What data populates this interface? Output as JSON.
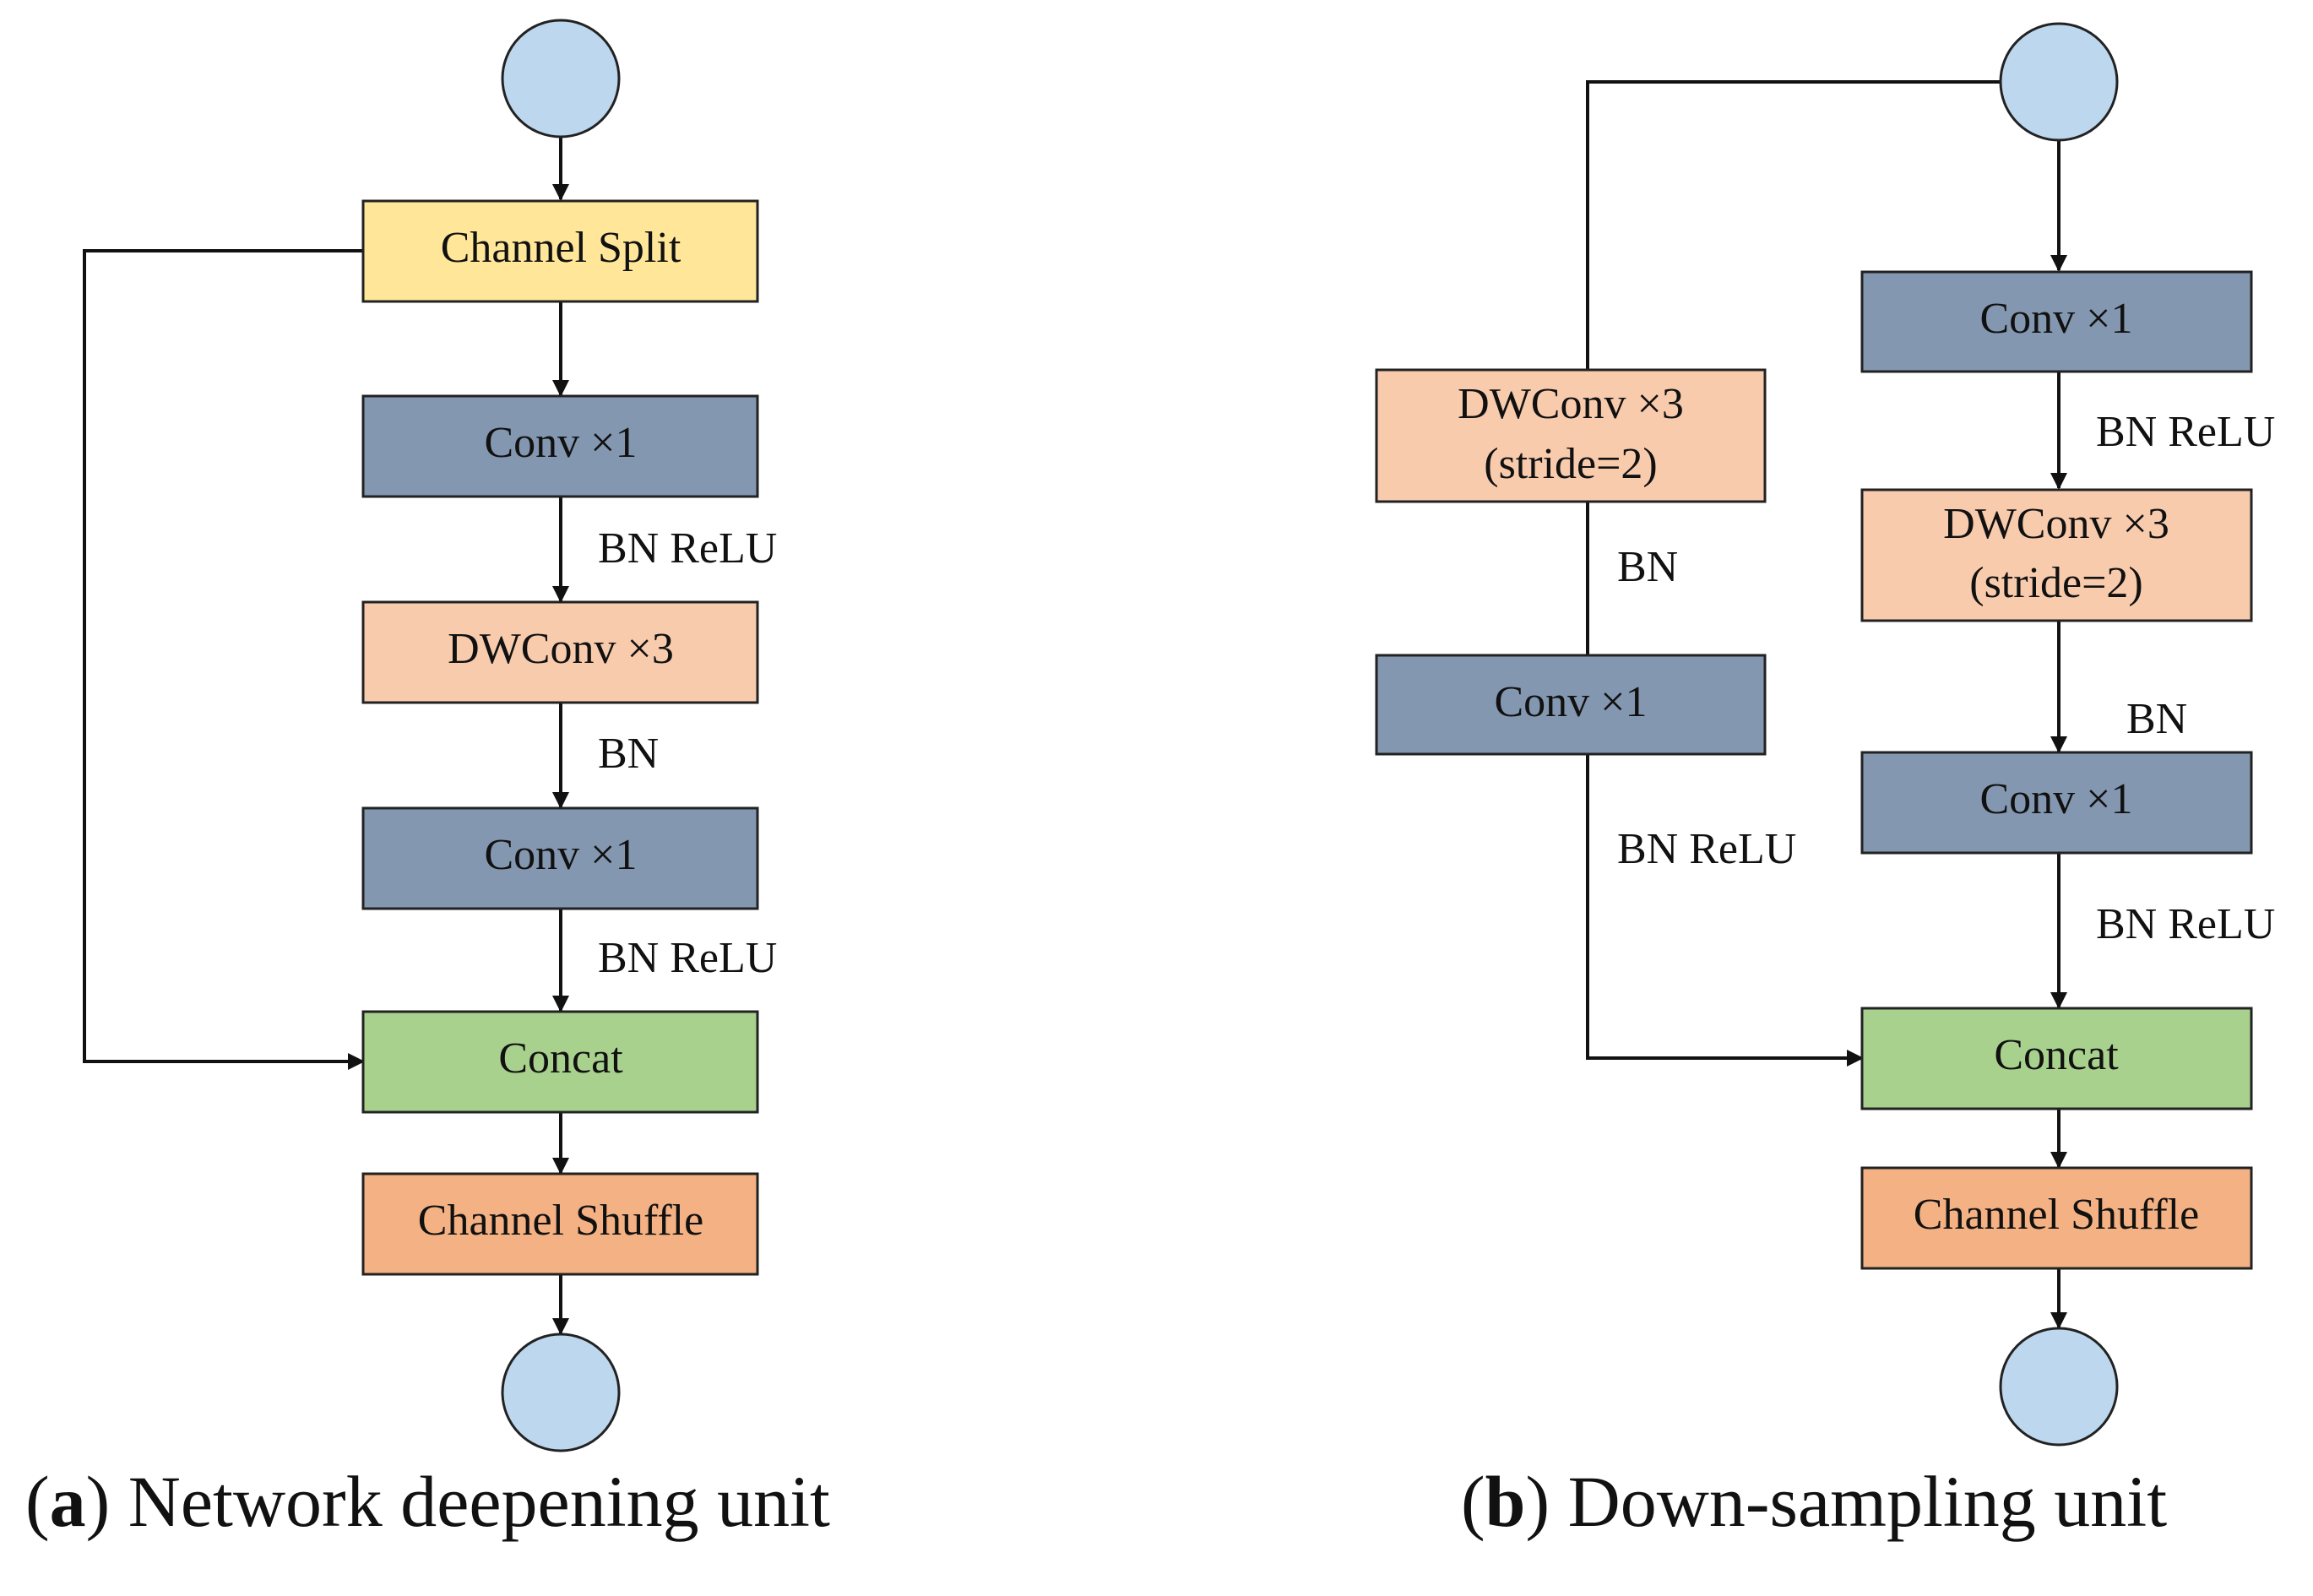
{
  "colors": {
    "node": "#bdd7ee",
    "split": "#ffe699",
    "conv": "#8497b0",
    "dwconv": "#f8cbad",
    "concat": "#a9d18e",
    "shuffle": "#f4b183",
    "line": "#111111"
  },
  "unit_a": {
    "caption_letter": "a",
    "caption_text": "Network deepening unit",
    "boxes": {
      "channel_split": "Channel Split",
      "conv1": "Conv ×1",
      "dwconv": "DWConv ×3",
      "conv2": "Conv ×1",
      "concat": "Concat",
      "channel_shuffle": "Channel Shuffle"
    },
    "edges": {
      "after_conv1": "BN ReLU",
      "after_dwconv": "BN",
      "after_conv2": "BN ReLU"
    }
  },
  "unit_b": {
    "caption_letter": "b",
    "caption_text": "Down-sampling unit",
    "left_branch": {
      "dwconv_line1": "DWConv ×3",
      "dwconv_line2": "(stride=2)",
      "edge_after_dwconv": "BN",
      "conv": "Conv ×1",
      "edge_after_conv": "BN ReLU"
    },
    "right_branch": {
      "conv1": "Conv ×1",
      "edge_after_conv1": "BN ReLU",
      "dwconv_line1": "DWConv ×3",
      "dwconv_line2": "(stride=2)",
      "edge_after_dwconv": "BN",
      "conv2": "Conv ×1",
      "edge_after_conv2": "BN ReLU"
    },
    "concat": "Concat",
    "channel_shuffle": "Channel Shuffle"
  }
}
